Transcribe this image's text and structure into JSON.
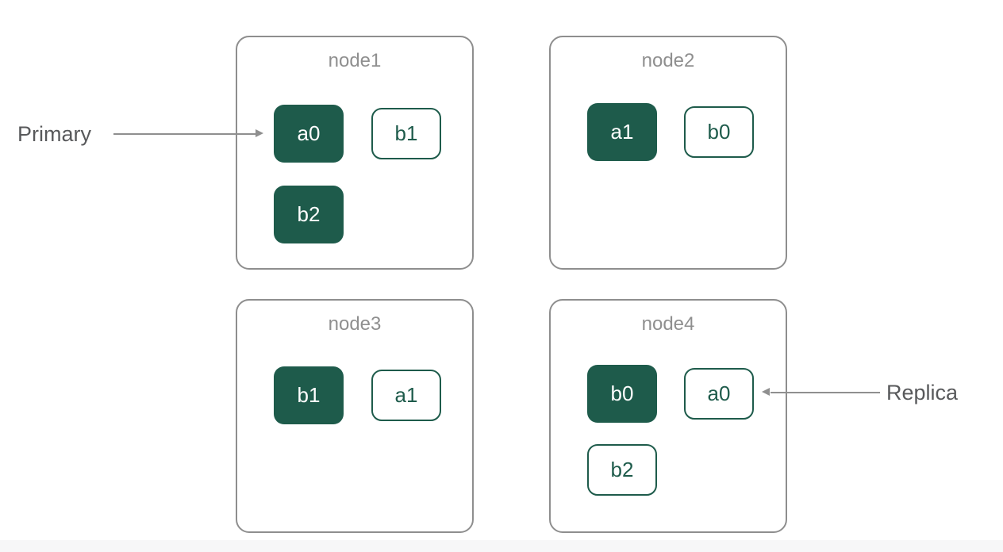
{
  "nodes": [
    {
      "title": "node1",
      "shards": [
        {
          "label": "a0",
          "type": "primary"
        },
        {
          "label": "b1",
          "type": "replica"
        },
        {
          "label": "b2",
          "type": "primary"
        }
      ]
    },
    {
      "title": "node2",
      "shards": [
        {
          "label": "a1",
          "type": "primary"
        },
        {
          "label": "b0",
          "type": "replica"
        }
      ]
    },
    {
      "title": "node3",
      "shards": [
        {
          "label": "b1",
          "type": "primary"
        },
        {
          "label": "a1",
          "type": "replica"
        }
      ]
    },
    {
      "title": "node4",
      "shards": [
        {
          "label": "b0",
          "type": "primary"
        },
        {
          "label": "a0",
          "type": "replica"
        },
        {
          "label": "b2",
          "type": "replica"
        }
      ]
    }
  ],
  "annotations": {
    "primary_label": "Primary",
    "replica_label": "Replica"
  },
  "legend_semantics": {
    "primary": "filled green shard box",
    "replica": "white shard box with green outline"
  },
  "colors": {
    "shard_green": "#1e5b4b",
    "node_border": "#8e8e8e",
    "node_title": "#8f8f8f",
    "annotation_text": "#58595b",
    "arrow": "#8f8f8f"
  }
}
